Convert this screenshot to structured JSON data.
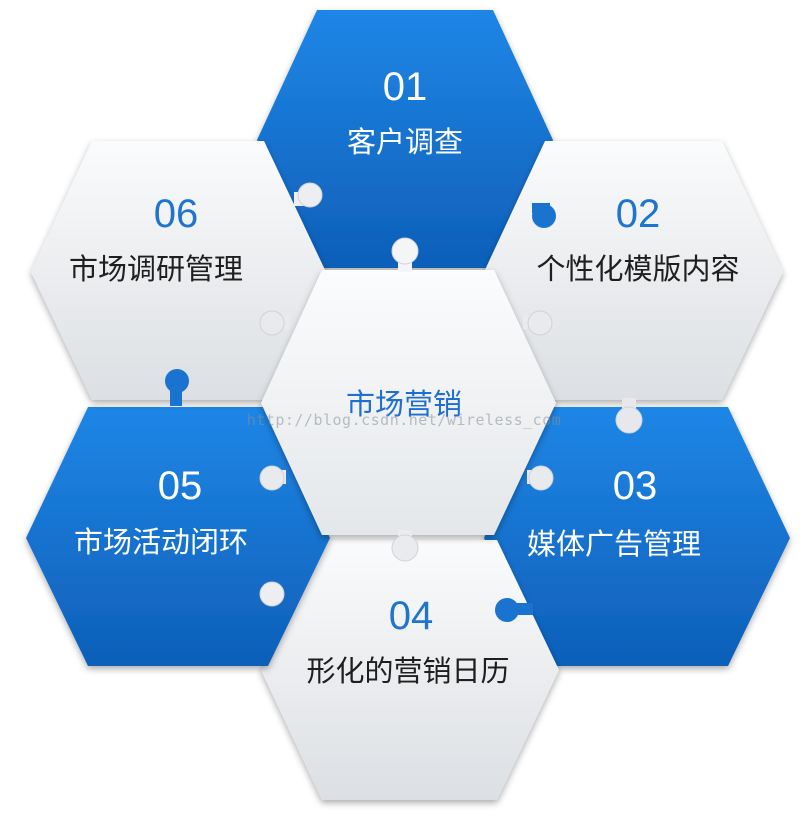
{
  "center": {
    "label": "市场营销"
  },
  "segments": [
    {
      "number": "01",
      "label": "客户调查",
      "theme": "blue"
    },
    {
      "number": "02",
      "label": "个性化模版内容",
      "theme": "white"
    },
    {
      "number": "03",
      "label": "媒体广告管理",
      "theme": "blue"
    },
    {
      "number": "04",
      "label": "形化的营销日历",
      "theme": "white"
    },
    {
      "number": "05",
      "label": "市场活动闭环",
      "theme": "blue"
    },
    {
      "number": "06",
      "label": "市场调研管理",
      "theme": "white"
    }
  ],
  "watermark": "http://blog.csdn.net/wireless_com",
  "colors": {
    "blue_fill": "#1a73cf",
    "blue_text": "#ffffff",
    "white_fill": "#eef0f2",
    "white_number": "#1f74cf",
    "white_text": "#1f1f1f",
    "center_text": "#1f6fcf"
  }
}
